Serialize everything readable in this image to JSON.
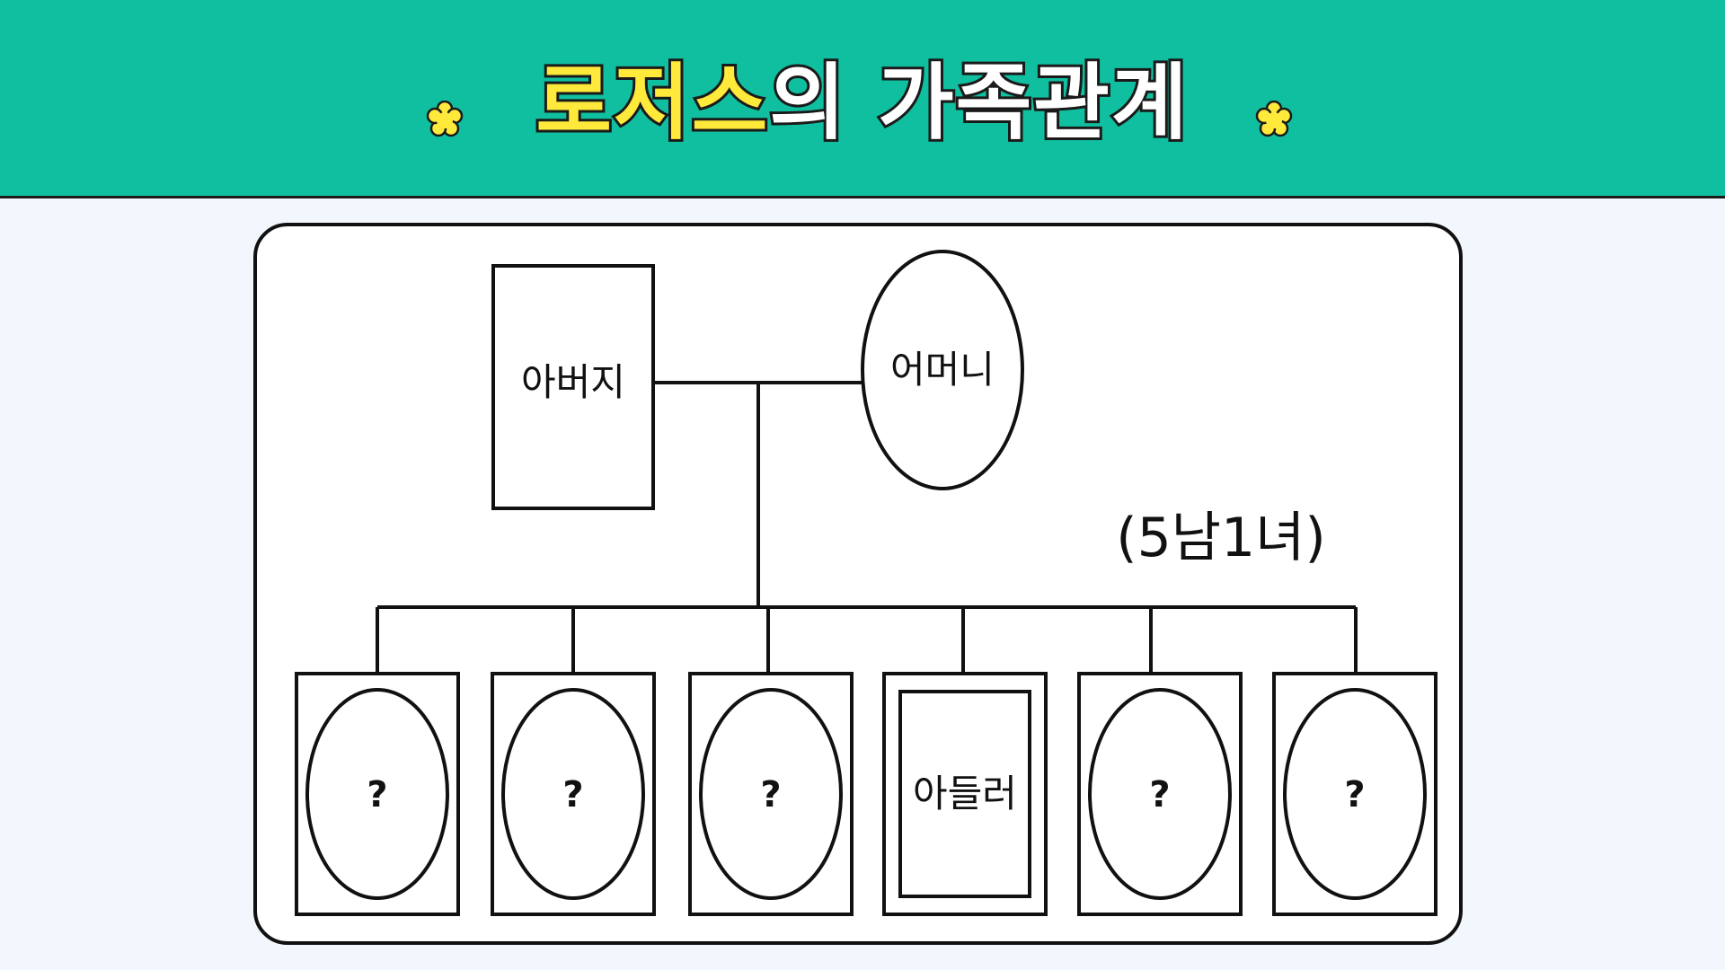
{
  "header": {
    "title_highlight": "로저스",
    "title_rest": "의 가족관계",
    "background_color": "#10bf9f",
    "highlight_color": "#ffe93b"
  },
  "diagram": {
    "parents": {
      "father": "아버지",
      "mother": "어머니"
    },
    "children_note": "(5남1녀)",
    "children": [
      {
        "label": "?",
        "shape": "circle-in-square"
      },
      {
        "label": "?",
        "shape": "circle-in-square"
      },
      {
        "label": "?",
        "shape": "circle-in-square"
      },
      {
        "label": "아들러",
        "shape": "square-in-square"
      },
      {
        "label": "?",
        "shape": "circle-in-square"
      },
      {
        "label": "?",
        "shape": "circle-in-square"
      }
    ]
  }
}
